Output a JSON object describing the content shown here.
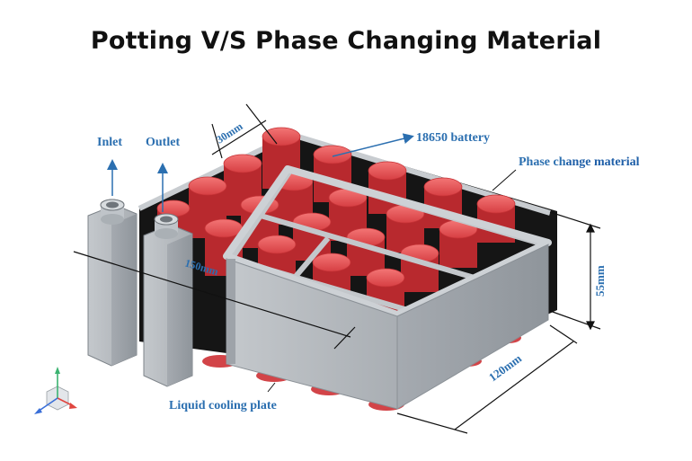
{
  "title": "Potting V/S Phase Changing Material",
  "labels": {
    "inlet": "Inlet",
    "outlet": "Outlet",
    "battery": "18650 battery",
    "pcm_prefix": "Phase ch",
    "pcm_suffix": "ange material",
    "width_30": "30mm",
    "length_150": "150mm",
    "height_55": "55mm",
    "depth_120": "120mm",
    "cooling_plate": "Liquid cooling plate"
  },
  "colors": {
    "battery_cap": "#e44a4a",
    "battery_body": "#b22a2f",
    "pcm_fill": "#111111",
    "casing": "#b7bcc1",
    "label": "#2b6fb0"
  },
  "icons": [
    "axis-triad-icon"
  ]
}
